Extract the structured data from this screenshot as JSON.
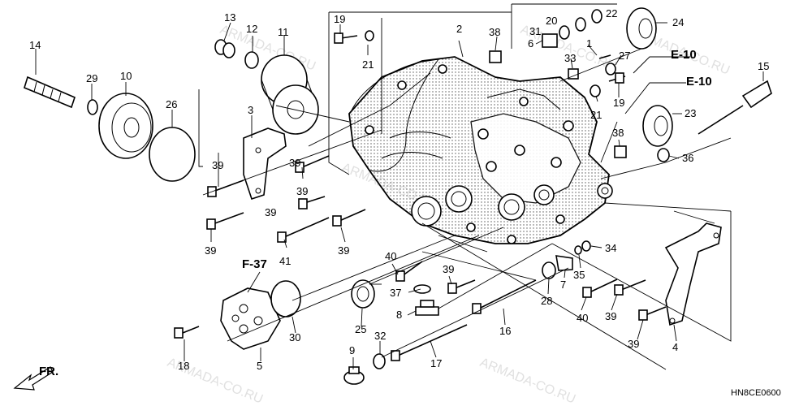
{
  "watermark": "ARMADA-CO.RU",
  "diagram_code": "HN8CE0600",
  "direction_label": "FR.",
  "refs": {
    "e10a": "E-10",
    "e10b": "E-10",
    "f37": "F-37"
  },
  "callouts": {
    "c1": "1",
    "c2": "2",
    "c3": "3",
    "c4": "4",
    "c5": "5",
    "c6": "6",
    "c7": "7",
    "c8": "8",
    "c9": "9",
    "c10": "10",
    "c11": "11",
    "c12": "12",
    "c13": "13",
    "c14": "14",
    "c15": "15",
    "c16": "16",
    "c17": "17",
    "c18": "18",
    "c19a": "19",
    "c19b": "19",
    "c20": "20",
    "c21a": "21",
    "c21b": "21",
    "c22": "22",
    "c23": "23",
    "c24": "24",
    "c25": "25",
    "c26": "26",
    "c27": "27",
    "c28": "28",
    "c29": "29",
    "c30": "30",
    "c31": "31",
    "c32": "32",
    "c33": "33",
    "c34": "34",
    "c35": "35",
    "c36": "36",
    "c37": "37",
    "c38a": "38",
    "c38b": "38",
    "c39a": "39",
    "c39b": "39",
    "c39c": "39",
    "c39d": "39",
    "c39e": "39",
    "c39f": "39",
    "c39g": "39",
    "c39h": "39",
    "c39i": "39",
    "c40a": "40",
    "c40b": "40",
    "c41": "41"
  }
}
